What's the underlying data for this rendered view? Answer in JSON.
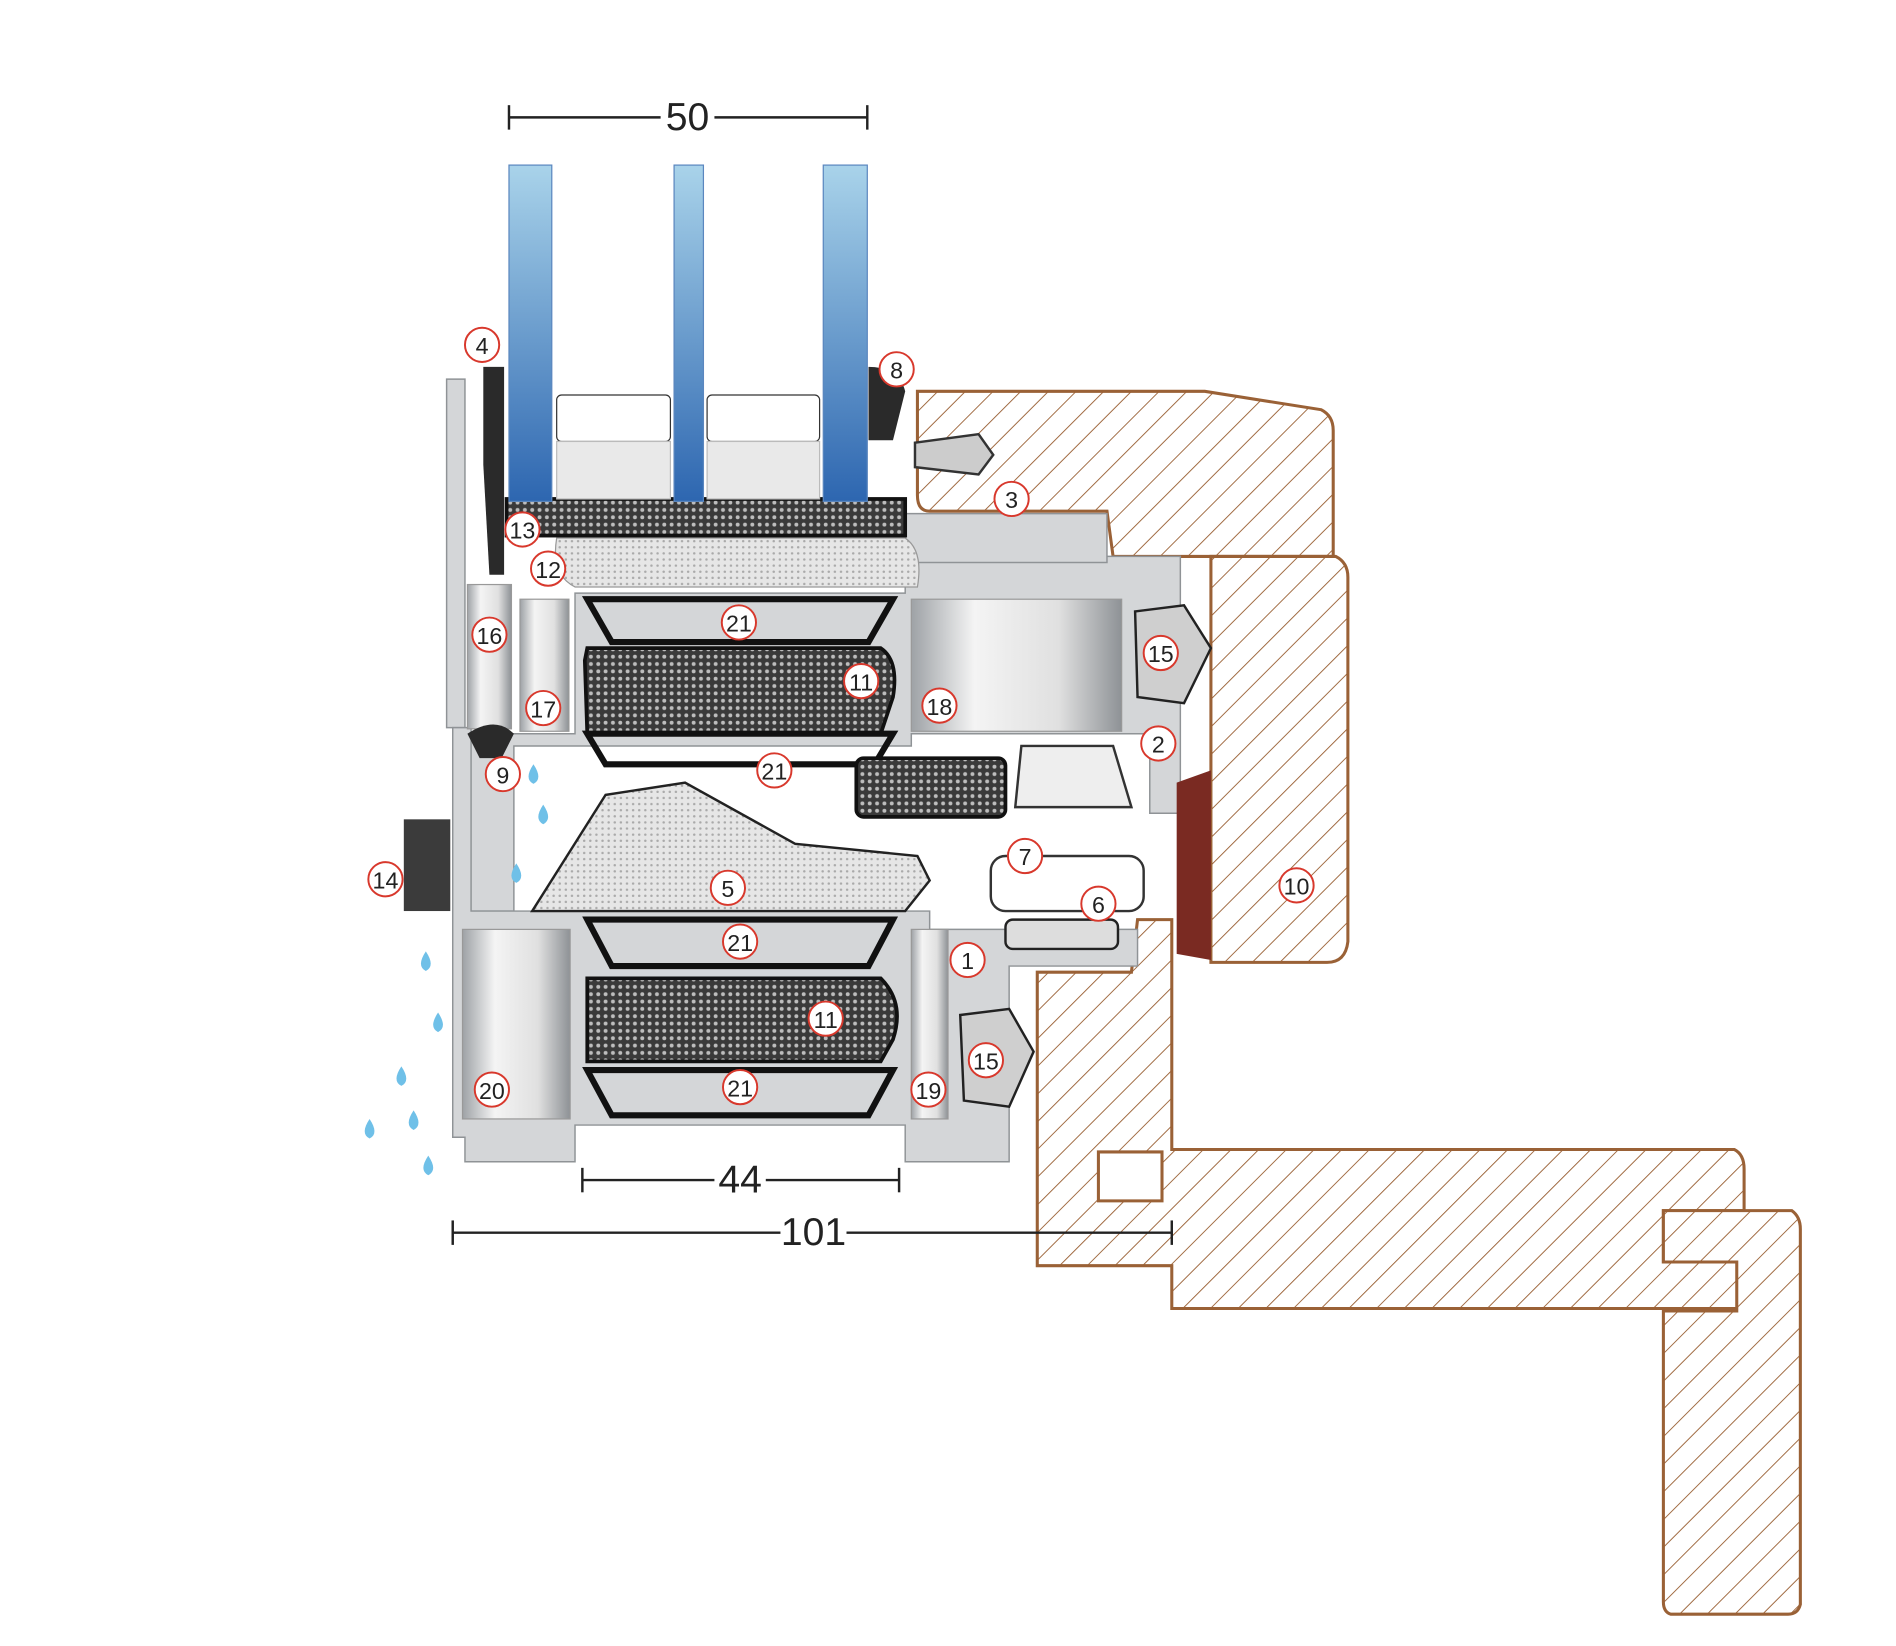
{
  "dimensions": {
    "glass_width": "50",
    "insulation_width": "44",
    "total_depth": "101"
  },
  "labels": [
    "1",
    "2",
    "3",
    "4",
    "5",
    "6",
    "7",
    "8",
    "9",
    "10",
    "11",
    "12",
    "13",
    "14",
    "15",
    "16",
    "17",
    "18",
    "19",
    "20",
    "21"
  ],
  "colors": {
    "glass": "#2f6fb5",
    "wood": "#9a6136",
    "label_ring": "#d8382c",
    "water": "#6fc0e8",
    "aluminium": "#d4d6d8"
  }
}
